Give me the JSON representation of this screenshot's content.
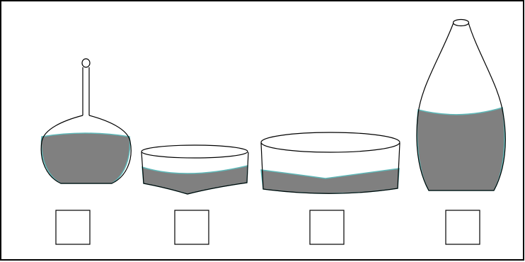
{
  "figure": {
    "colors": {
      "frame": "#000000",
      "outline": "#000000",
      "liquid": "#808080",
      "liquid_edge": "#5fb8b8",
      "background": "#ffffff"
    },
    "vessels": [
      {
        "name": "round-bottom-flask",
        "answer_box": ""
      },
      {
        "name": "shallow-dish",
        "answer_box": ""
      },
      {
        "name": "wide-basin",
        "answer_box": ""
      },
      {
        "name": "tall-vase",
        "answer_box": ""
      }
    ]
  }
}
